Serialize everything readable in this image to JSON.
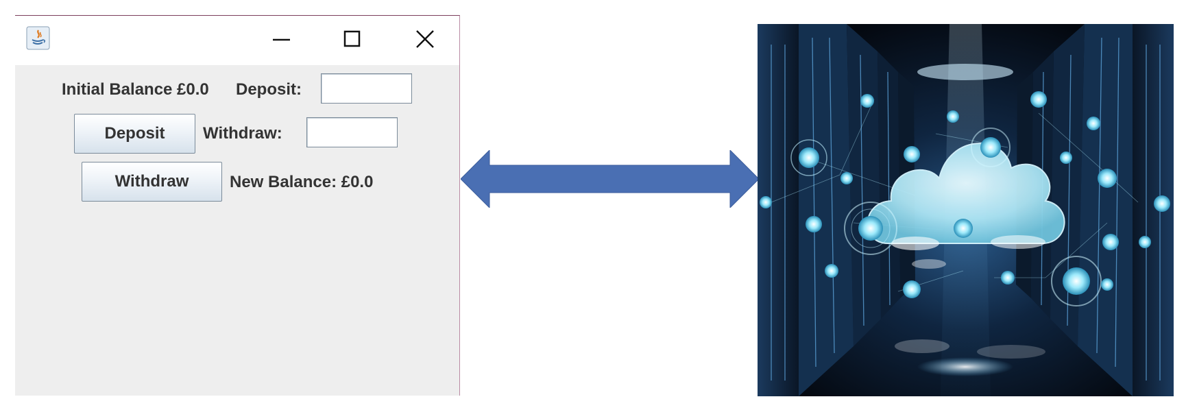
{
  "window": {
    "controls": {
      "minimize_icon": "minimize-icon",
      "maximize_icon": "maximize-icon",
      "close_icon": "close-icon"
    },
    "initial_balance_label": "Initial Balance £0.0",
    "deposit_label": "Deposit:",
    "deposit_field_value": "",
    "deposit_button": "Deposit",
    "withdraw_label": "Withdraw:",
    "withdraw_field_value": "",
    "withdraw_button": "Withdraw",
    "new_balance_label": "New Balance: £0.0"
  },
  "arrow": {
    "color": "#4a6fb3",
    "icon": "double-headed-arrow"
  },
  "image": {
    "subject": "cloud-over-server-racks",
    "accent": "#7fd8f2"
  }
}
